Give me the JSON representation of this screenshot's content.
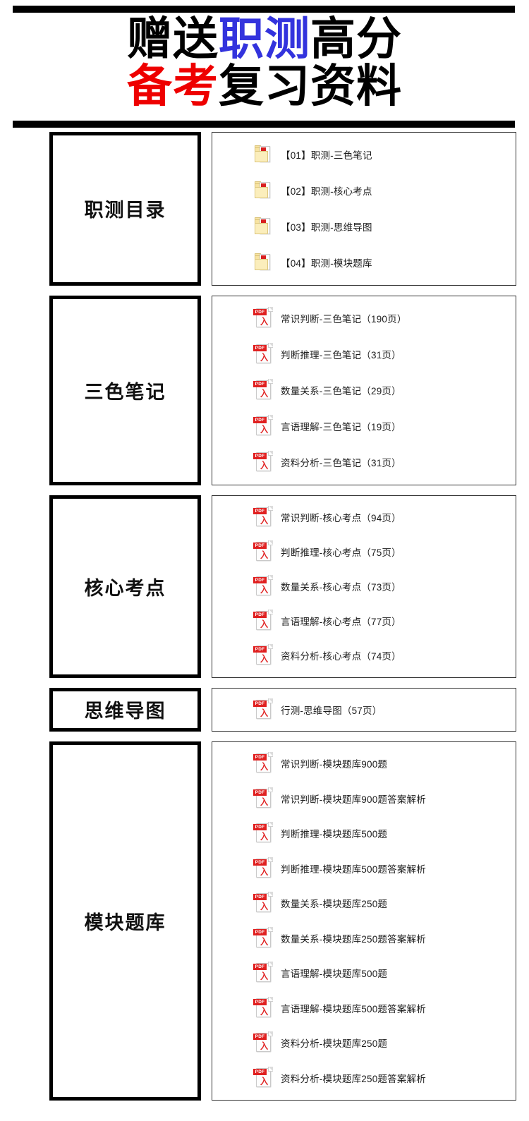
{
  "header": {
    "line1": [
      {
        "text": "赠送",
        "color": "#000000"
      },
      {
        "text": "职测",
        "color": "#3333dd"
      },
      {
        "text": "高分",
        "color": "#000000"
      }
    ],
    "line2": [
      {
        "text": "备考",
        "color": "#ee0000"
      },
      {
        "text": "复习资料",
        "color": "#000000"
      }
    ],
    "line1_plain": "赠送职测高分",
    "line2_plain": "备考复习资料",
    "l1_part1": "赠送",
    "l1_part2": "职测",
    "l1_part3": "高分",
    "l2_part1": "备考",
    "l2_part2": "复习资料",
    "accent_blue": "#3333dd",
    "accent_red": "#ee0000"
  },
  "sections": [
    {
      "label": "职测目录",
      "icon_type": "folder-icon",
      "items": [
        {
          "name": "【01】职测-三色笔记",
          "icon": "folder-icon"
        },
        {
          "name": "【02】职测-核心考点",
          "icon": "folder-icon"
        },
        {
          "name": "【03】职测-思维导图",
          "icon": "folder-icon"
        },
        {
          "name": "【04】职测-模块题库",
          "icon": "folder-icon"
        }
      ]
    },
    {
      "label": "三色笔记",
      "icon_type": "pdf-icon",
      "items": [
        {
          "name": "常识判断-三色笔记（190页）",
          "icon": "pdf-icon"
        },
        {
          "name": "判断推理-三色笔记（31页）",
          "icon": "pdf-icon"
        },
        {
          "name": "数量关系-三色笔记（29页）",
          "icon": "pdf-icon"
        },
        {
          "name": "言语理解-三色笔记（19页）",
          "icon": "pdf-icon"
        },
        {
          "name": "资料分析-三色笔记（31页）",
          "icon": "pdf-icon"
        }
      ]
    },
    {
      "label": "核心考点",
      "icon_type": "pdf-icon",
      "items": [
        {
          "name": "常识判断-核心考点（94页）",
          "icon": "pdf-icon"
        },
        {
          "name": "判断推理-核心考点（75页）",
          "icon": "pdf-icon"
        },
        {
          "name": "数量关系-核心考点（73页）",
          "icon": "pdf-icon"
        },
        {
          "name": "言语理解-核心考点（77页）",
          "icon": "pdf-icon"
        },
        {
          "name": "资料分析-核心考点（74页）",
          "icon": "pdf-icon"
        }
      ]
    },
    {
      "label": "思维导图",
      "icon_type": "pdf-icon",
      "items": [
        {
          "name": "行测-思维导图（57页）",
          "icon": "pdf-icon"
        }
      ]
    },
    {
      "label": "模块题库",
      "icon_type": "pdf-icon",
      "items": [
        {
          "name": "常识判断-模块题库900题",
          "icon": "pdf-icon"
        },
        {
          "name": "常识判断-模块题库900题答案解析",
          "icon": "pdf-icon"
        },
        {
          "name": "判断推理-模块题库500题",
          "icon": "pdf-icon"
        },
        {
          "name": "判断推理-模块题库500题答案解析",
          "icon": "pdf-icon"
        },
        {
          "name": "数量关系-模块题库250题",
          "icon": "pdf-icon"
        },
        {
          "name": "数量关系-模块题库250题答案解析",
          "icon": "pdf-icon"
        },
        {
          "name": "言语理解-模块题库500题",
          "icon": "pdf-icon"
        },
        {
          "name": "言语理解-模块题库500题答案解析",
          "icon": "pdf-icon"
        },
        {
          "name": "资料分析-模块题库250题",
          "icon": "pdf-icon"
        },
        {
          "name": "资料分析-模块题库250题答案解析",
          "icon": "pdf-icon"
        }
      ]
    }
  ],
  "icons": {
    "pdf_tab_label": "PDF",
    "pdf_glyph": "入",
    "folder_glyph": "入"
  }
}
